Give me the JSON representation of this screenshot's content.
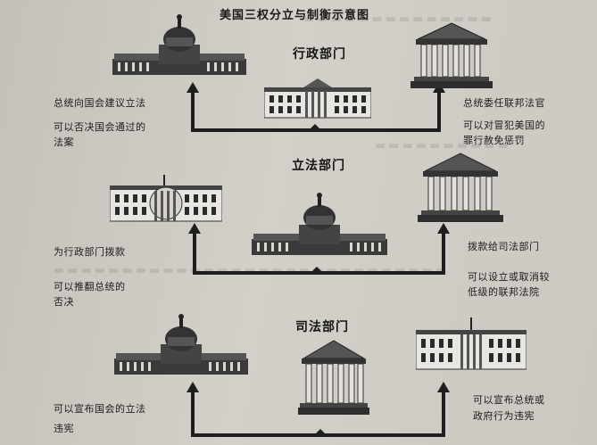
{
  "title": "美国三权分立与制衡示意图",
  "sections": [
    {
      "branch": "行政部门",
      "left_note": "总统向国会建议立法",
      "left_note2": [
        "可以否决国会通过的",
        "法案"
      ],
      "right_note": "总统委任联邦法官",
      "right_note2": [
        "可以对冒犯美国的",
        "罪行赦免惩罚"
      ]
    },
    {
      "branch": "立法部门",
      "left_note": "为行政部门拨款",
      "left_note2": [
        "可以推翻总统的",
        "否决"
      ],
      "right_note": "拨款给司法部门",
      "right_note2": [
        "可以设立或取消较",
        "低级的联邦法院"
      ]
    },
    {
      "branch": "司法部门",
      "left_note2": [
        "可以宣布国会的立法",
        "违宪"
      ],
      "right_note2": [
        "可以宣布总统或",
        "政府行为违宪"
      ]
    }
  ],
  "icons": {
    "congress": "capitol-building-icon",
    "white_house": "white-house-icon",
    "court": "supreme-court-icon"
  },
  "colors": {
    "ink": "#1e1e1e",
    "paper": "#cdc9c3"
  }
}
